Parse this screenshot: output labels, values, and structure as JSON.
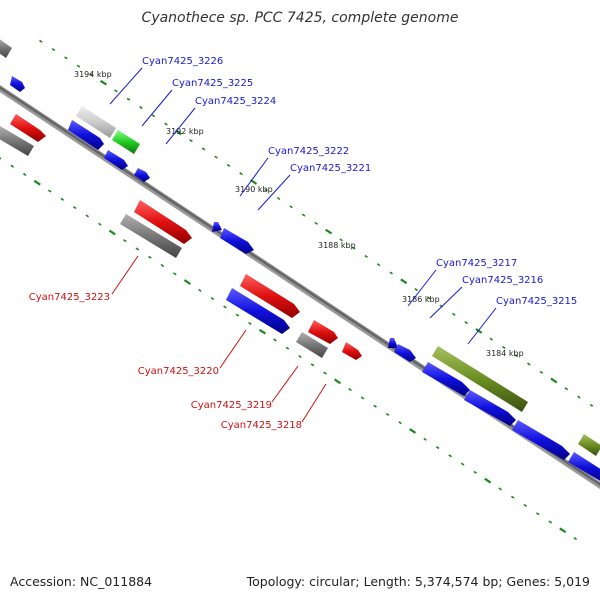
{
  "title": "Cyanothece sp. PCC 7425, complete genome",
  "footer": {
    "accession": "Accession: NC_011884",
    "summary": "Topology: circular; Length: 5,374,574 bp; Genes: 5,019"
  },
  "tick_labels": [
    "3194 kbp",
    "3192 kbp",
    "3190 kbp",
    "3188 kbp",
    "3186 kbp",
    "3184 kbp"
  ],
  "gene_labels": {
    "g3226": "Cyan7425_3226",
    "g3225": "Cyan7425_3225",
    "g3224": "Cyan7425_3224",
    "g3222": "Cyan7425_3222",
    "g3221": "Cyan7425_3221",
    "g3217": "Cyan7425_3217",
    "g3216": "Cyan7425_3216",
    "g3215": "Cyan7425_3215",
    "g3223": "Cyan7425_3223",
    "g3220": "Cyan7425_3220",
    "g3219": "Cyan7425_3219",
    "g3218": "Cyan7425_3218"
  },
  "colors": {
    "forward_cds": "#1010dd",
    "reverse_cds": "#e01010",
    "rna_gene": "#22cc22",
    "other_feature": "#888888",
    "misc_feature": "#6b8e23",
    "backbone": "#7a7a7a",
    "tick": "#1a8a1a"
  }
}
